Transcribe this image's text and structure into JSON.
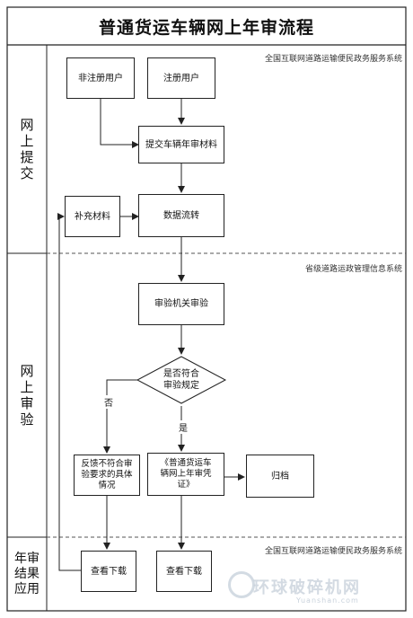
{
  "title": "普通货运车辆网上年审流程",
  "lanes": {
    "submit": {
      "chars": [
        "网",
        "上",
        "提",
        "交"
      ],
      "note": "全国互联网道路运输便民政务服务系统"
    },
    "review": {
      "chars": [
        "网",
        "上",
        "审",
        "验"
      ],
      "note": "省级道路运政管理信息系统"
    },
    "result": {
      "chars": [
        "年审",
        "结果",
        "应用"
      ],
      "note": "全国互联网道路运输便民政务服务系统"
    }
  },
  "nodes": {
    "unregistered": "非注册用户",
    "registered": "注册用户",
    "submit_materials": "提交车辆年审材料",
    "supplement": "补充材料",
    "data_flow": "数据流转",
    "authority_review": "审验机关审验",
    "decision": [
      "是否符合",
      "审验规定"
    ],
    "feedback": [
      "反馈不符合审",
      "验要求的具体",
      "情况"
    ],
    "certificate": [
      "《普通货运车",
      "辆网上年审凭",
      "证》"
    ],
    "archive": "归档",
    "download_left": "查看下载",
    "download_right": "查看下载"
  },
  "edge_labels": {
    "no": "否",
    "yes": "是"
  },
  "watermark": {
    "main": "环球破碎机网",
    "sub": "Yuanshan.com"
  }
}
